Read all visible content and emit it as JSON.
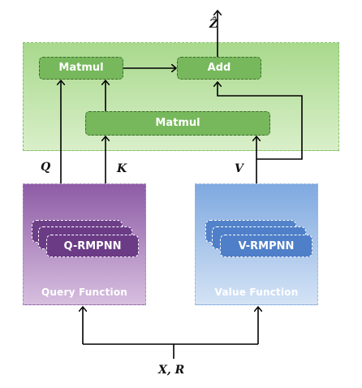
{
  "top_block": {
    "matmul_left": "Matmul",
    "matmul_center": "Matmul",
    "add": "Add"
  },
  "labels": {
    "output": "Ẑ",
    "q": "Q",
    "k": "K",
    "v": "V",
    "inputs": "X, R"
  },
  "query_block": {
    "network": "Q-RMPNN",
    "title": "Query Function"
  },
  "value_block": {
    "network": "V-RMPNN",
    "title": "Value Function"
  },
  "colors": {
    "green_panel": "#a8d98c",
    "green_op": "#76b85b",
    "purple_panel": "#8e5ca6",
    "purple_card": "#6b3b86",
    "blue_panel": "#7fa9e0",
    "blue_card": "#4f7fc8"
  }
}
